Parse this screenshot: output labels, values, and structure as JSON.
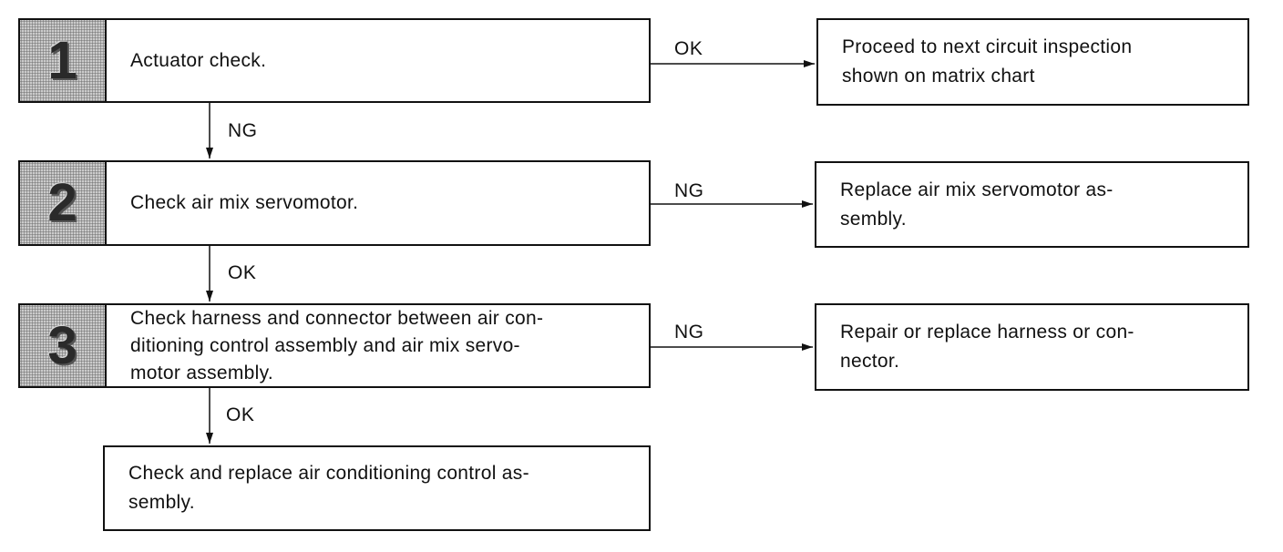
{
  "steps": [
    {
      "number": "1",
      "text": "Actuator check.",
      "side_branch": "OK",
      "side_result": "Proceed to next circuit inspection\nshown on matrix chart",
      "down_branch": "NG"
    },
    {
      "number": "2",
      "text": "Check air mix servomotor.",
      "side_branch": "NG",
      "side_result": "Replace air mix servomotor as-\nsembly.",
      "down_branch": "OK"
    },
    {
      "number": "3",
      "text": "Check harness and connector between air con-\nditioning control assembly and air mix servo-\nmotor assembly.",
      "side_branch": "NG",
      "side_result": "Repair or replace harness or con-\nnector.",
      "down_branch": "OK"
    }
  ],
  "final": {
    "text": "Check and replace air conditioning control as-\nsembly."
  }
}
